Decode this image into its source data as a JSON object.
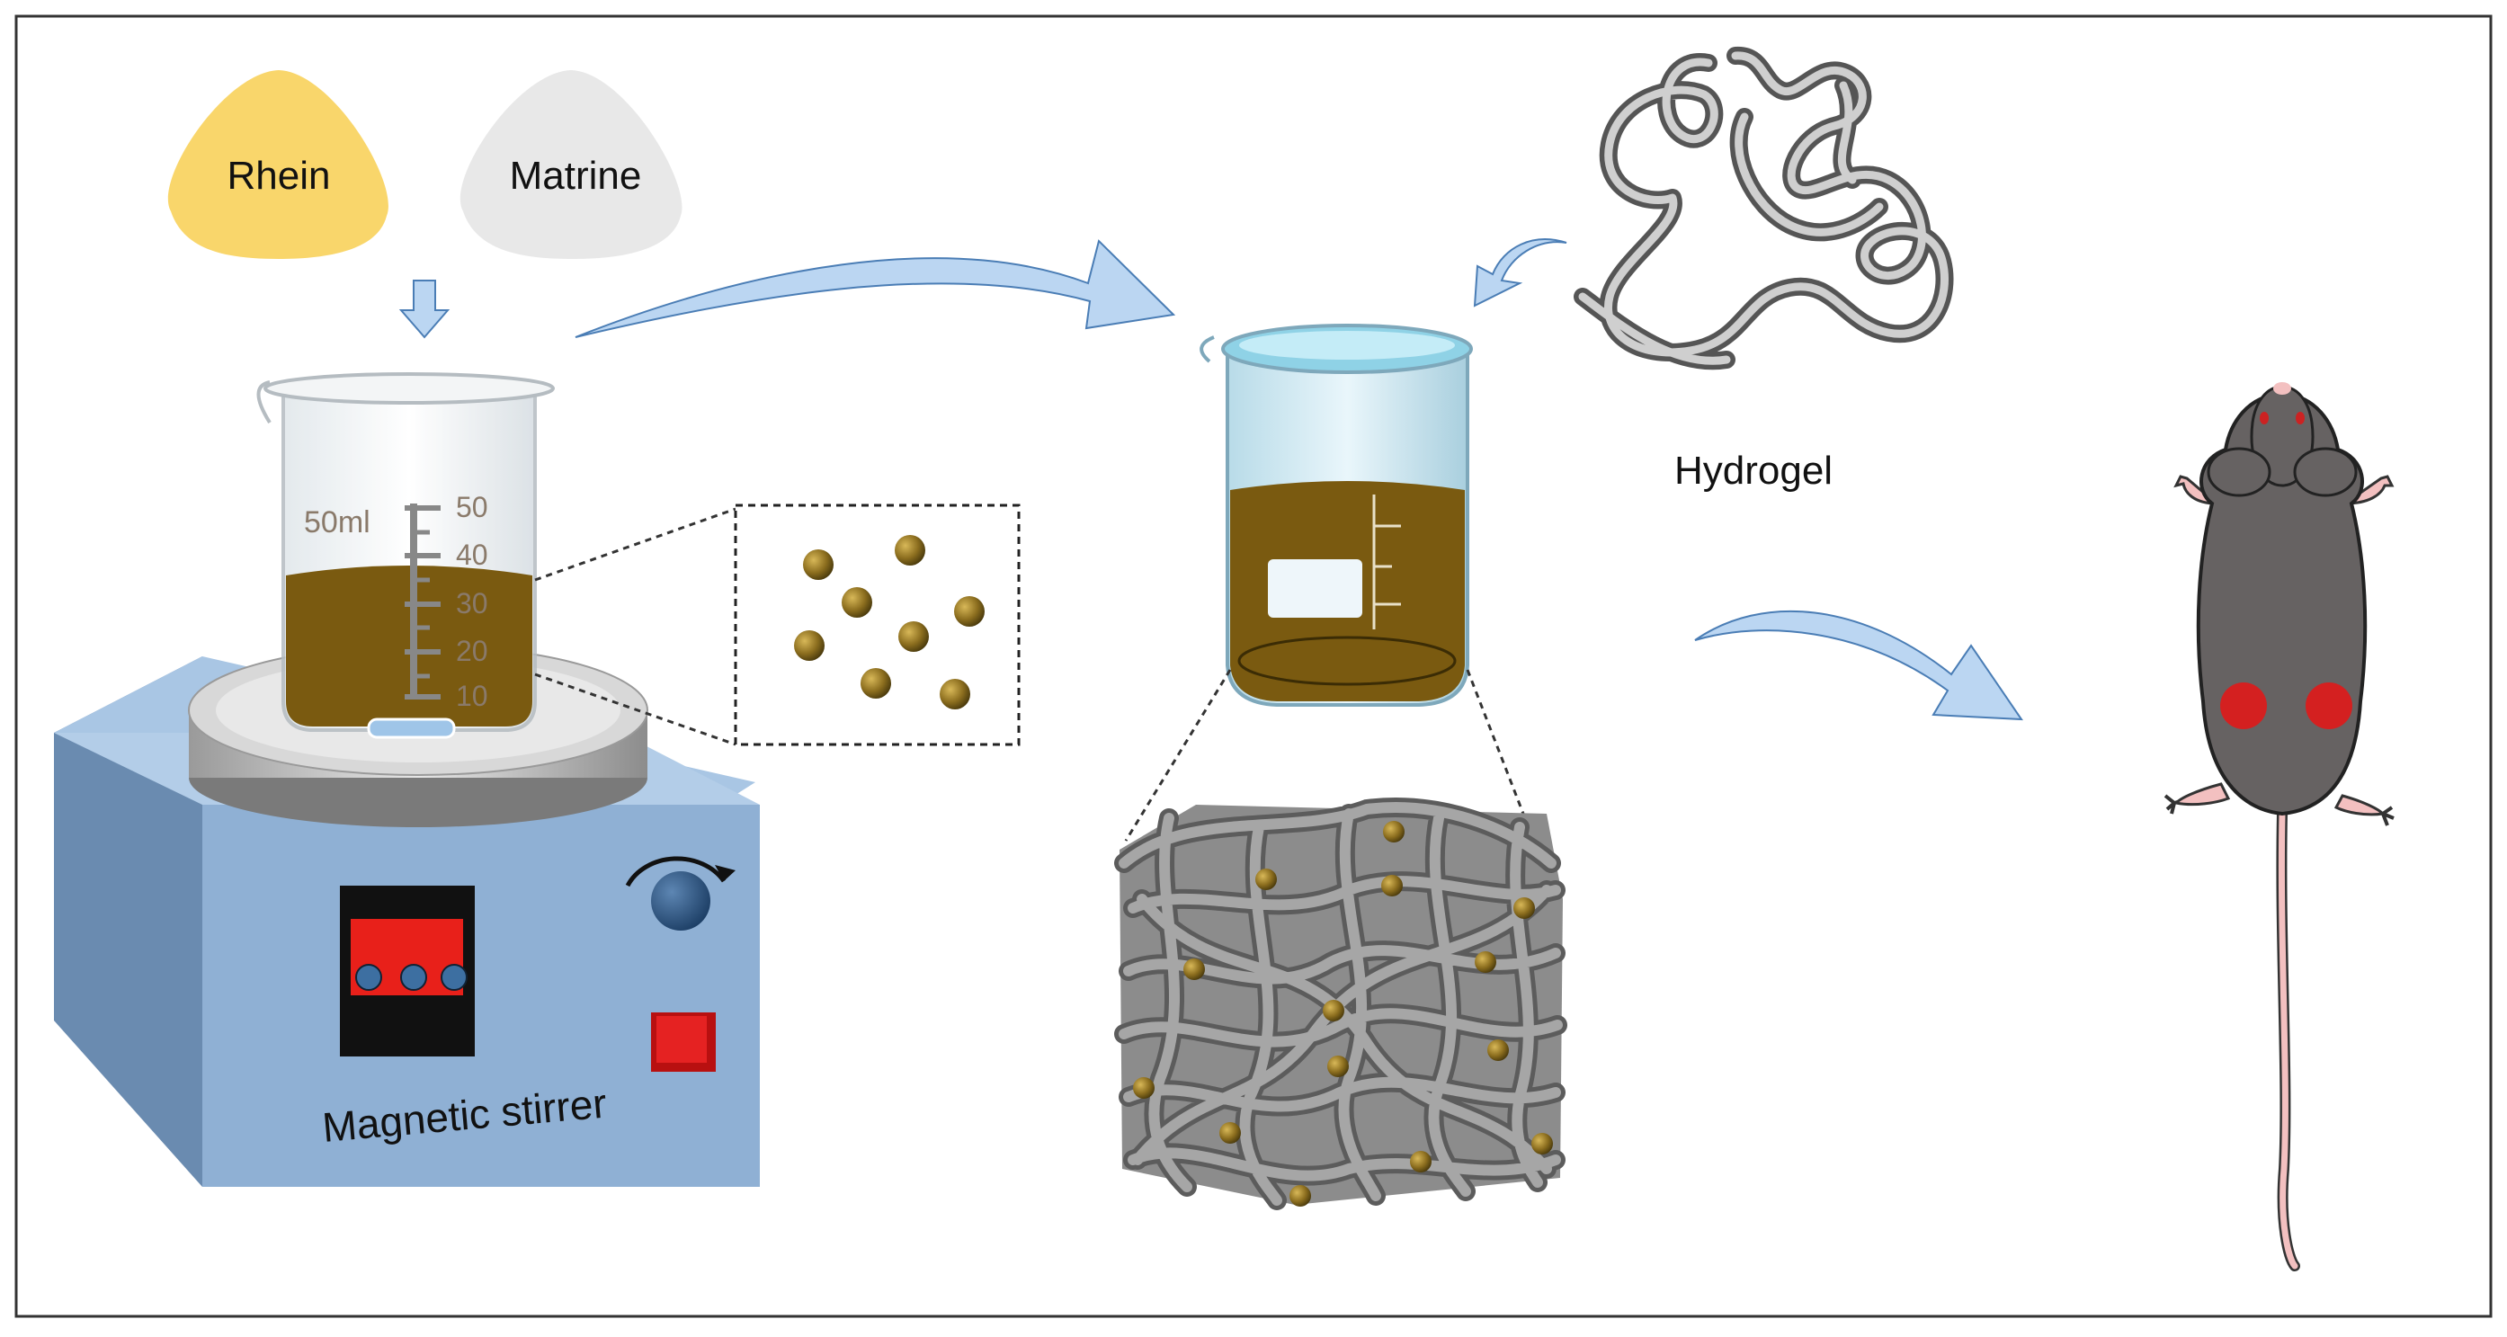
{
  "ingredients": {
    "rhein": {
      "label": "Rhein",
      "color": "#F9D66B"
    },
    "matrine": {
      "label": "Matrine",
      "color": "#E8E8E8"
    }
  },
  "beaker_small": {
    "volume_label": "50ml",
    "ticks": [
      "50",
      "40",
      "30",
      "20",
      "10"
    ],
    "liquid_color": "#7A5A10"
  },
  "stirrer": {
    "label": "Magnetic stirrer",
    "body_color": "#8FB0D4",
    "display_color": "#E8201A"
  },
  "hydrogel": {
    "label": "Hydrogel"
  },
  "particles": {
    "color": "#8B6D1E",
    "count_inset": 8
  },
  "arrow_color": "#BBD6F2",
  "mouse": {
    "body_color": "#666262",
    "tumor_color": "#D42020"
  }
}
